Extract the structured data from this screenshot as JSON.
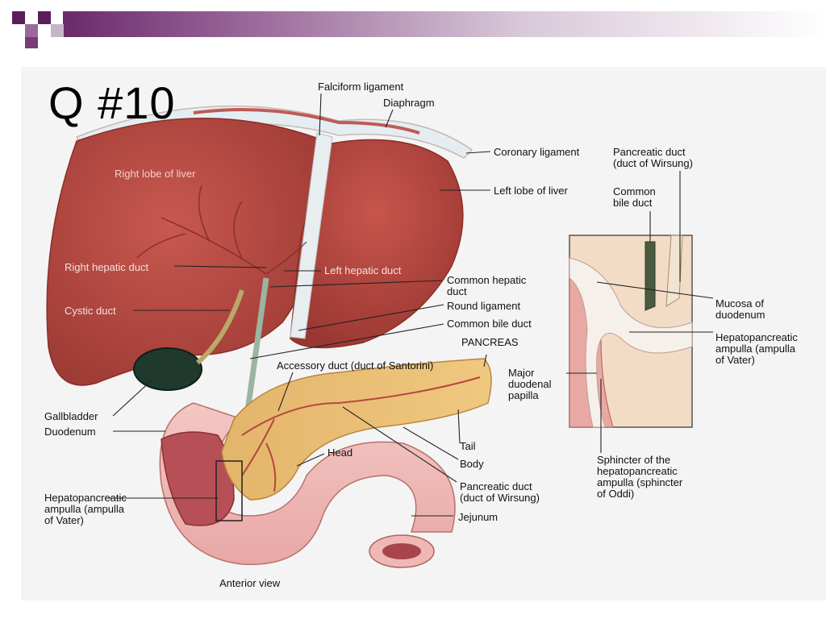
{
  "slide": {
    "title": "Q #10"
  },
  "diagram": {
    "view_label": "Anterior view",
    "labels": {
      "falciform_ligament": "Falciform ligament",
      "diaphragm": "Diaphragm",
      "coronary_ligament": "Coronary ligament",
      "left_lobe": "Left lobe of liver",
      "right_lobe": "Right lobe of liver",
      "right_hepatic_duct": "Right hepatic duct",
      "left_hepatic_duct": "Left hepatic duct",
      "cystic_duct": "Cystic duct",
      "common_hepatic_duct_1": "Common hepatic",
      "common_hepatic_duct_2": "duct",
      "round_ligament": "Round ligament",
      "common_bile_duct": "Common bile duct",
      "pancreas": "PANCREAS",
      "accessory_duct": "Accessory duct (duct of Santorini)",
      "gallbladder": "Gallbladder",
      "duodenum": "Duodenum",
      "head": "Head",
      "tail": "Tail",
      "body": "Body",
      "pancreatic_duct_1": "Pancreatic duct",
      "pancreatic_duct_2": "(duct of Wirsung)",
      "jejunum": "Jejunum",
      "ampulla_left_1": "Hepatopancreatic",
      "ampulla_left_2": "ampulla (ampulla",
      "ampulla_left_3": "of Vater)",
      "major_papilla_1": "Major",
      "major_papilla_2": "duodenal",
      "major_papilla_3": "papilla"
    },
    "inset": {
      "pancreatic_duct_1": "Pancreatic duct",
      "pancreatic_duct_2": "(duct of Wirsung)",
      "common_bile_duct_1": "Common",
      "common_bile_duct_2": "bile duct",
      "mucosa_1": "Mucosa of",
      "mucosa_2": "duodenum",
      "ampulla_1": "Hepatopancreatic",
      "ampulla_2": "ampulla (ampulla",
      "ampulla_3": "of Vater)",
      "sphincter_1": "Sphincter of the",
      "sphincter_2": "hepatopancreatic",
      "sphincter_3": "ampulla (sphincter",
      "sphincter_4": "of Oddi)"
    }
  }
}
